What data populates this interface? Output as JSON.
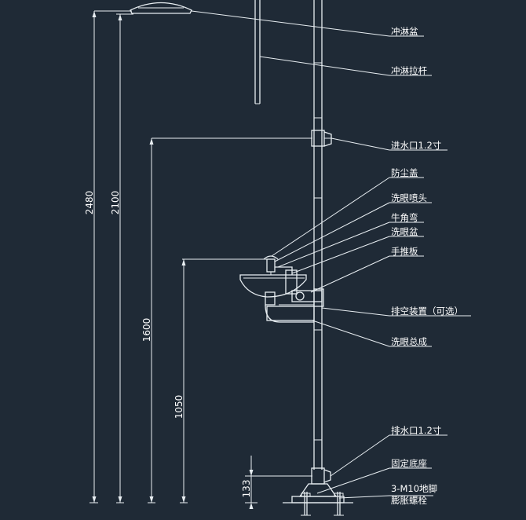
{
  "dimensions": {
    "total_height": "2480",
    "shower_height": "2100",
    "inlet_height": "1600",
    "eyewash_height": "1050",
    "base_height": "133"
  },
  "labels": {
    "shower_head": "冲淋盆",
    "pull_rod": "冲淋拉杆",
    "water_inlet": "进水口1.2寸",
    "dust_cover": "防尘盖",
    "eyewash_nozzle": "洗眼喷头",
    "elbow": "牛角弯",
    "eyewash_bowl": "洗眼盆",
    "push_plate": "手推板",
    "drain_device": "排空装置（可选）",
    "eyewash_assembly": "洗眼总成",
    "water_outlet": "排水口1.2寸",
    "fixed_base": "固定底座",
    "anchor_bolt_line1": "3-M10地脚",
    "anchor_bolt_line2": "膨胀螺栓"
  },
  "colors": {
    "background": "#1f2a36",
    "lines": "#e8eef2",
    "text": "#ffffff"
  }
}
